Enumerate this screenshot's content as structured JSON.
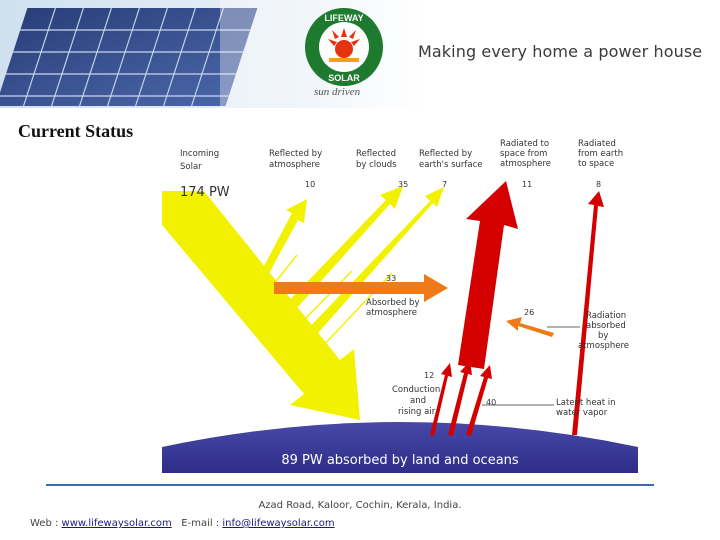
{
  "header": {
    "logo_top_text": "LIFEWAY",
    "logo_bottom_text": "SOLAR",
    "logo_subtext": "sun driven",
    "tagline": "Making every home a power house"
  },
  "section_title": "Current Status",
  "diagram": {
    "incoming_label_1": "Incoming",
    "incoming_label_2": "Solar",
    "incoming_value": "174 PW",
    "flows": [
      {
        "label_1": "Reflected by",
        "label_2": "atmosphere",
        "value": "10"
      },
      {
        "label_1": "Reflected",
        "label_2": "by clouds",
        "value": "35"
      },
      {
        "label_1": "Reflected by",
        "label_2": "earth's surface",
        "value": "7"
      },
      {
        "label_1": "Radiated to",
        "label_2": "space from",
        "label_3": "atmosphere",
        "value": "11"
      },
      {
        "label_1": "Radiated",
        "label_2": "from earth",
        "label_3": "to space",
        "value": "8"
      }
    ],
    "absorbed_atmosphere": {
      "value": "33",
      "label_1": "Absorbed by",
      "label_2": "atmosphere"
    },
    "radiation_absorbed": {
      "value": "26",
      "label_1": "Radiation",
      "label_2": "absorbed",
      "label_3": "by",
      "label_4": "atmosphere"
    },
    "conduction": {
      "value": "12",
      "label_1": "Conduction",
      "label_2": "and",
      "label_3": "rising air"
    },
    "latent_heat": {
      "value": "40",
      "label_1": "Latent heat in",
      "label_2": "water vapor"
    },
    "ground_label": "89 PW absorbed by land and oceans",
    "colors": {
      "incoming": "#f2f200",
      "atmosphere_absorb": "#f07a18",
      "radiation": "#d40000",
      "ground": "#38389a"
    }
  },
  "footer": {
    "address": "Azad Road, Kaloor, Cochin, Kerala, India.",
    "web_label": "Web : ",
    "web_link": "www.lifewaysolar.com",
    "email_label": "E-mail : ",
    "email_link": "info@lifewaysolar.com"
  }
}
